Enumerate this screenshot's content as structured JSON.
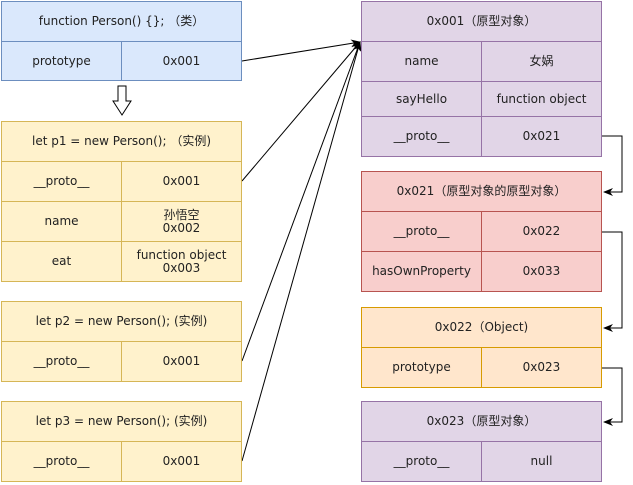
{
  "person": {
    "title": "function Person() {};  （类）",
    "k0": "prototype",
    "v0": "0x001"
  },
  "p1": {
    "title": "let p1 = new Person();  （实例)",
    "k0": "__proto__",
    "v0": "0x001",
    "k1": "name",
    "v1a": "孙悟空",
    "v1b": "0x002",
    "k2": "eat",
    "v2a": "function object",
    "v2b": "0x003"
  },
  "p2": {
    "title": "let p2 = new Person();  (实例)",
    "k0": "__proto__",
    "v0": "0x001"
  },
  "p3": {
    "title": "let p3 = new Person();  (实例)",
    "k0": "__proto__",
    "v0": "0x001"
  },
  "proto1": {
    "title": "0x001（原型对象）",
    "k0": "name",
    "v0": "女娲",
    "k1": "sayHello",
    "v1": "function object",
    "k2": "__proto__",
    "v2": "0x021"
  },
  "proto2": {
    "title": "0x021（原型对象的原型对象）",
    "k0": "__proto__",
    "v0": "0x022",
    "k1": "hasOwnProperty",
    "v1": "0x033"
  },
  "object": {
    "title": "0x022（Object)",
    "k0": "prototype",
    "v0": "0x023"
  },
  "proto3": {
    "title": "0x023（原型对象）",
    "k0": "__proto__",
    "v0": "null"
  }
}
